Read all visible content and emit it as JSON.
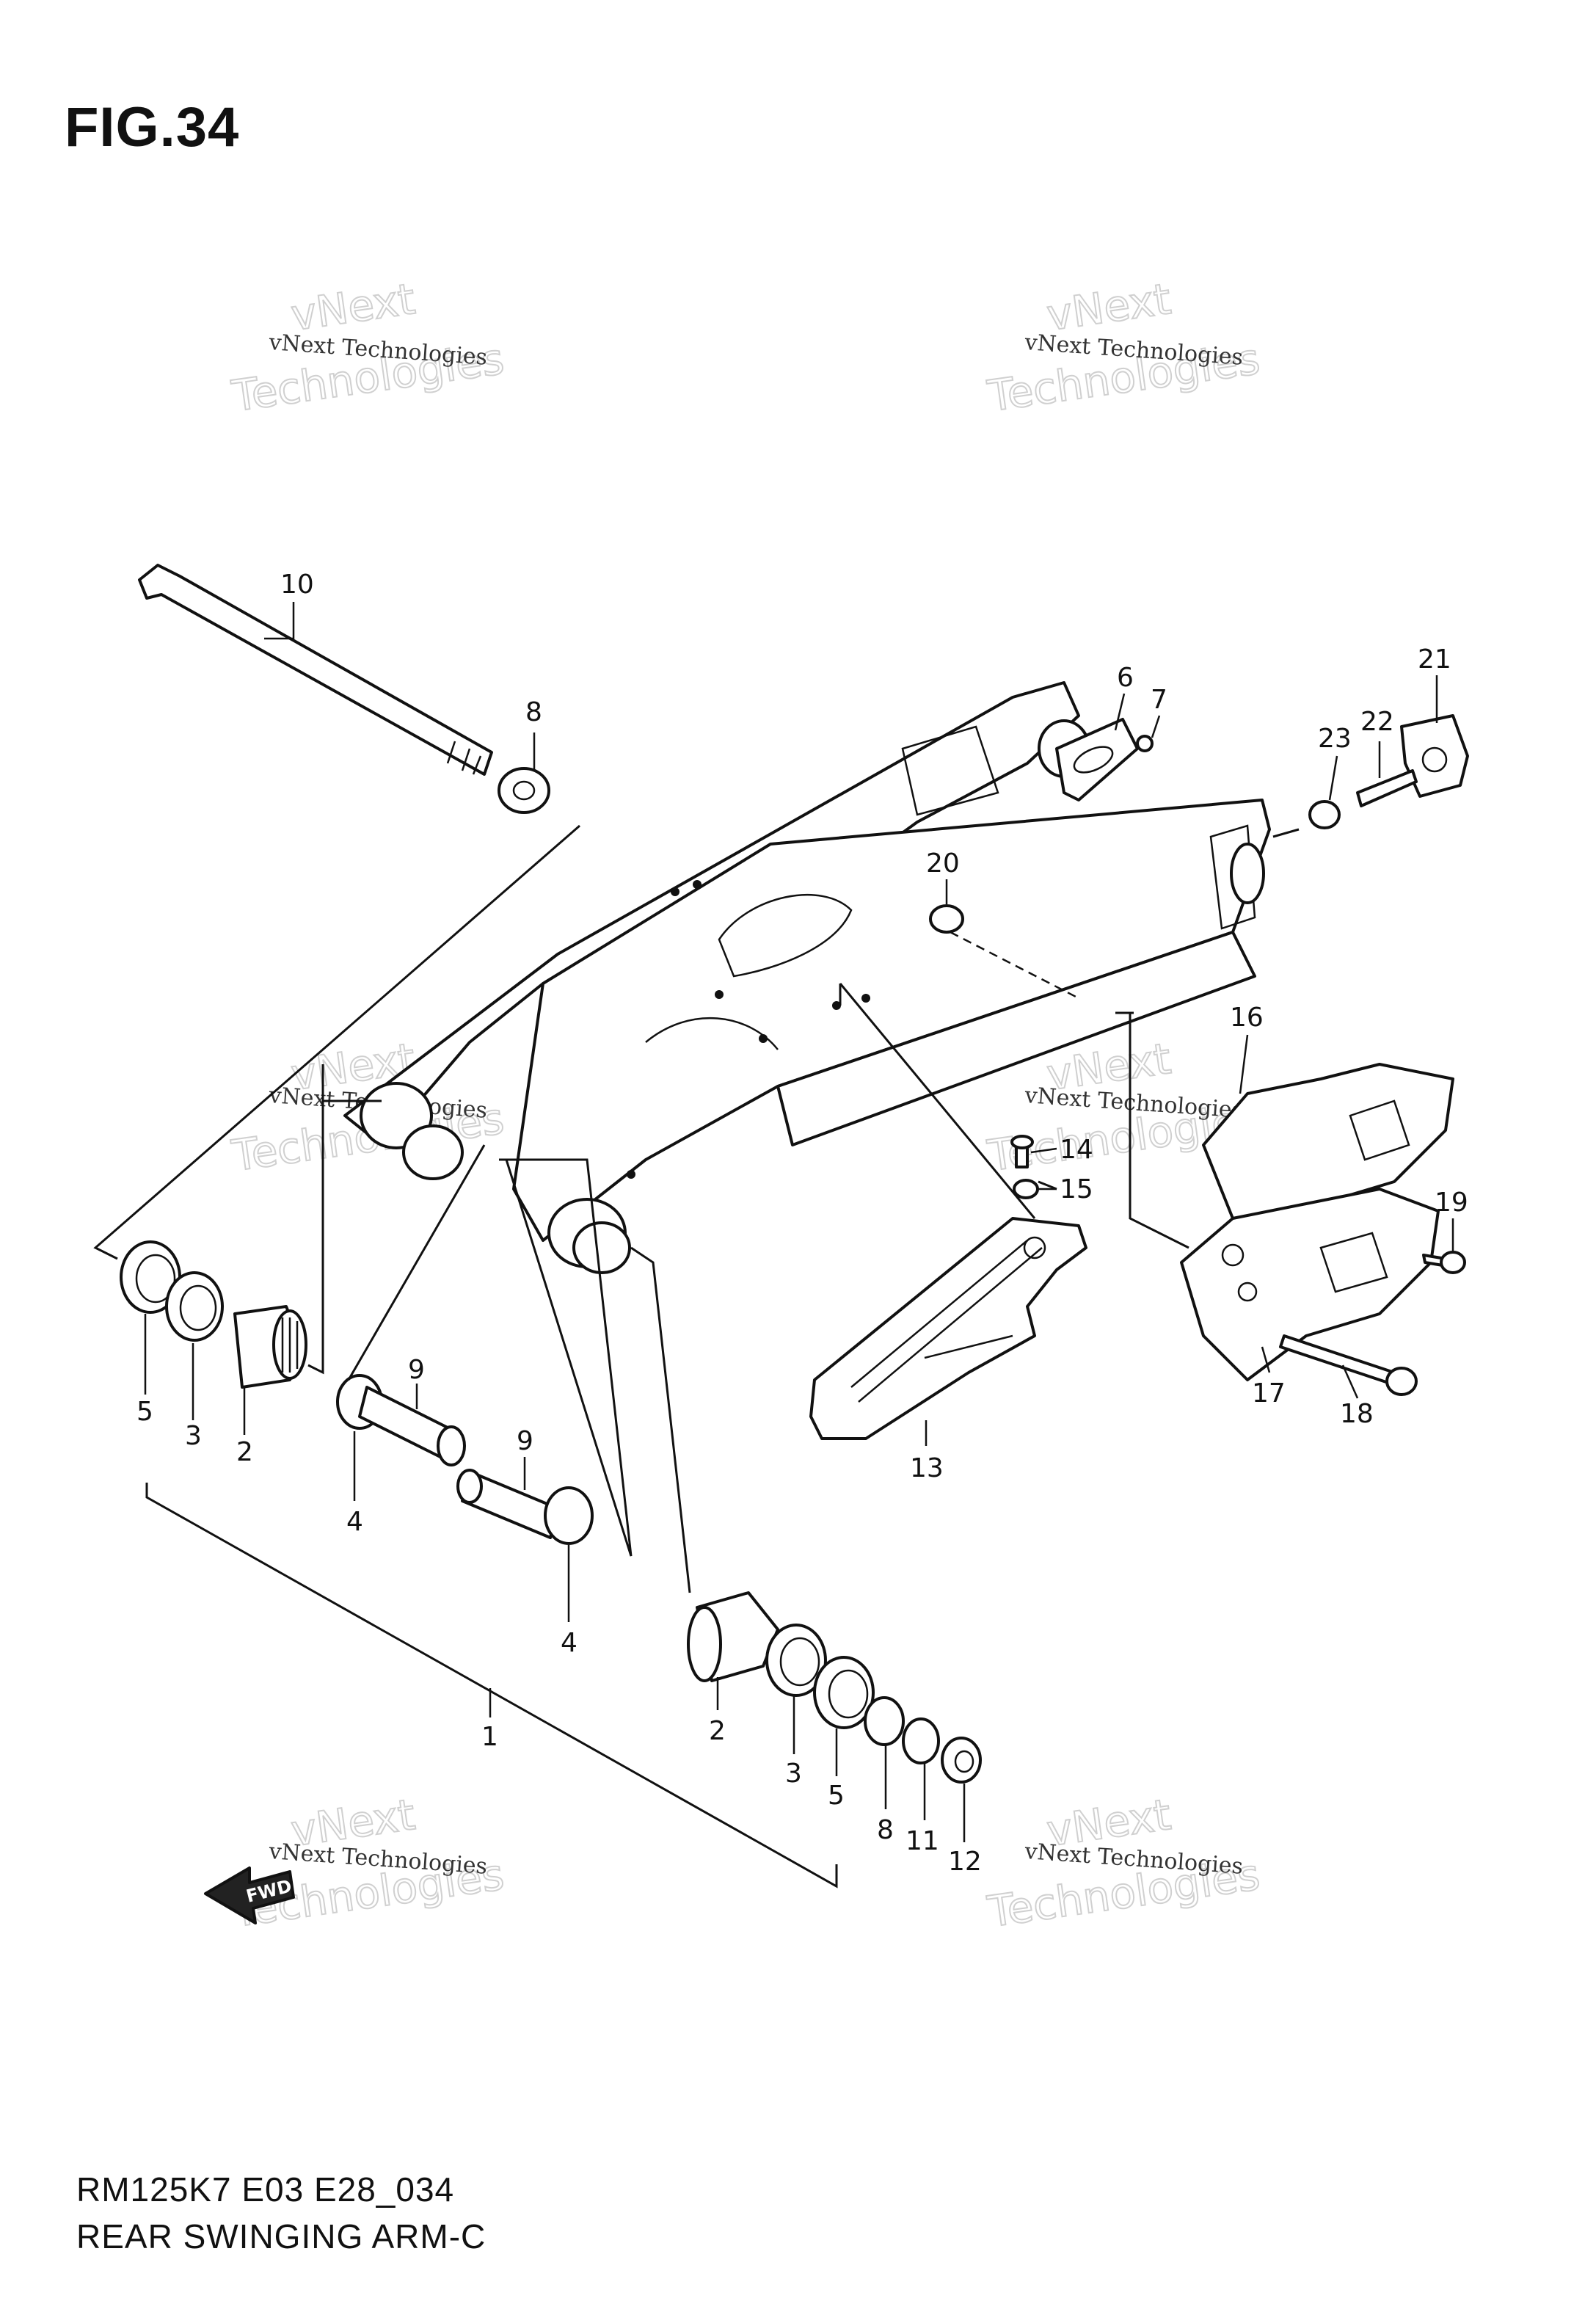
{
  "figure": {
    "title": "FIG.34"
  },
  "footer": {
    "code": "RM125K7 E03 E28_034",
    "title": "REAR SWINGING ARM-C"
  },
  "watermark": {
    "line1": "vNext",
    "line2": "vNext Technologies",
    "line3": "Technologies"
  },
  "fwd_arrow": {
    "label": "FWD"
  },
  "callouts": {
    "c10": "10",
    "c8_top": "8",
    "c6": "6",
    "c7": "7",
    "c21": "21",
    "c22": "22",
    "c23": "23",
    "c20": "20",
    "c16": "16",
    "c14": "14",
    "c15": "15",
    "c19": "19",
    "c17": "17",
    "c18": "18",
    "c13": "13",
    "c5_left": "5",
    "c3_left": "3",
    "c2_left": "2",
    "c9_a": "9",
    "c9_b": "9",
    "c4_a": "4",
    "c4_b": "4",
    "c1": "1",
    "c2_right": "2",
    "c3_right": "3",
    "c5_right": "5",
    "c8_bottom": "8",
    "c11": "11",
    "c12": "12"
  }
}
